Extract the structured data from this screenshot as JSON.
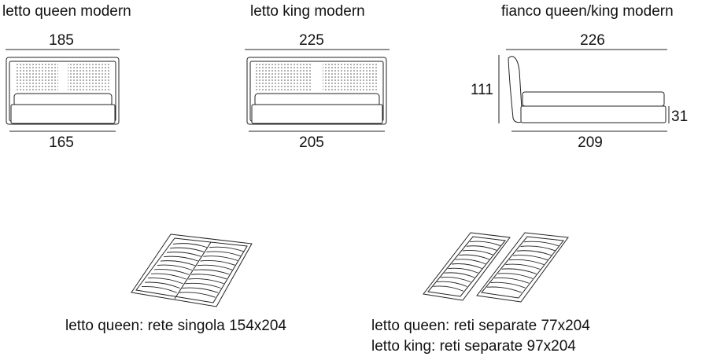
{
  "views": {
    "queen": {
      "title": "letto queen modern",
      "dim_top": "185",
      "dim_bottom": "165"
    },
    "king": {
      "title": "letto king modern",
      "dim_top": "225",
      "dim_bottom": "205"
    },
    "side": {
      "title": "fianco queen/king modern",
      "dim_top": "226",
      "dim_height": "111",
      "dim_base": "31",
      "dim_bottom": "209"
    }
  },
  "slats": {
    "single": {
      "caption": "letto queen: rete singola 154x204"
    },
    "separate": {
      "caption_line1": "letto queen: reti separate 77x204",
      "caption_line2": "letto king: reti separate 97x204"
    }
  }
}
